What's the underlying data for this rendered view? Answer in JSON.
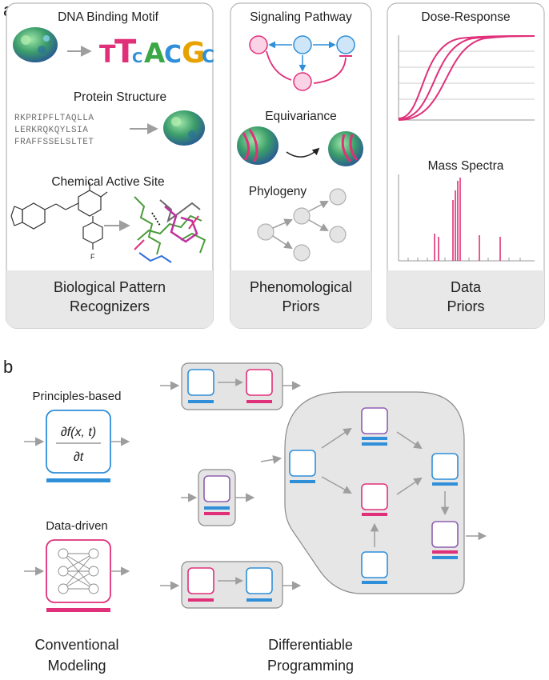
{
  "figure": {
    "panel_a_letter": "a",
    "panel_b_letter": "b",
    "panel_a": {
      "left": {
        "titles": [
          "DNA Binding Motif",
          "Protein Structure",
          "Chemical Active Site"
        ],
        "motif_letters": [
          "T",
          "T",
          "C",
          "A",
          "C",
          "G",
          "C"
        ],
        "protein_sequence": [
          "RKPRIPFLTAQLLA",
          "LERKRQKQYLSIA",
          "FRAFFSSELSLTET"
        ],
        "caption_line1": "Biological Pattern",
        "caption_line2": "Recognizers",
        "chem_label": "F"
      },
      "middle": {
        "titles": [
          "Signaling Pathway",
          "Equivariance",
          "Phylogeny"
        ],
        "caption_line1": "Phenomological",
        "caption_line2": "Priors"
      },
      "right": {
        "titles": [
          "Dose-Response",
          "Mass Spectra"
        ],
        "caption_line1": "Data",
        "caption_line2": "Priors"
      }
    },
    "panel_b": {
      "principles_label": "Principles-based",
      "equation": {
        "numerator": "∂f(x, t)",
        "denominator": "∂t"
      },
      "data_driven_label": "Data-driven",
      "conventional_line1": "Conventional",
      "conventional_line2": "Modeling",
      "differentiable_line1": "Differentiable",
      "differentiable_line2": "Programming"
    },
    "colors": {
      "blue": "#2f8fd8",
      "pink": "#e0307a",
      "purple": "#8e5fb0",
      "gray_panel": "#ececec",
      "arrow_gray": "#9e9e9e"
    }
  }
}
